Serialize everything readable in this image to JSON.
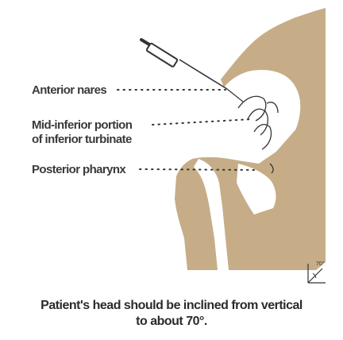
{
  "labels": {
    "anterior_nares": "Anterior nares",
    "mid_inferior_line1": "Mid-inferior portion",
    "mid_inferior_line2": "of inferior turbinate",
    "posterior_pharynx": "Posterior pharynx"
  },
  "angle_indicator": {
    "value": "70°"
  },
  "caption": {
    "line1": "Patient's head should be inclined from vertical",
    "line2": "to about 70°."
  },
  "colors": {
    "head_fill": "#c6ad88",
    "head_light": "#e3d3ba",
    "background": "#ffffff",
    "label_text": "#3a3a3a",
    "line": "#333333"
  },
  "icons": {
    "swab": "nasopharyngeal-swab",
    "angle": "angle-indicator"
  }
}
